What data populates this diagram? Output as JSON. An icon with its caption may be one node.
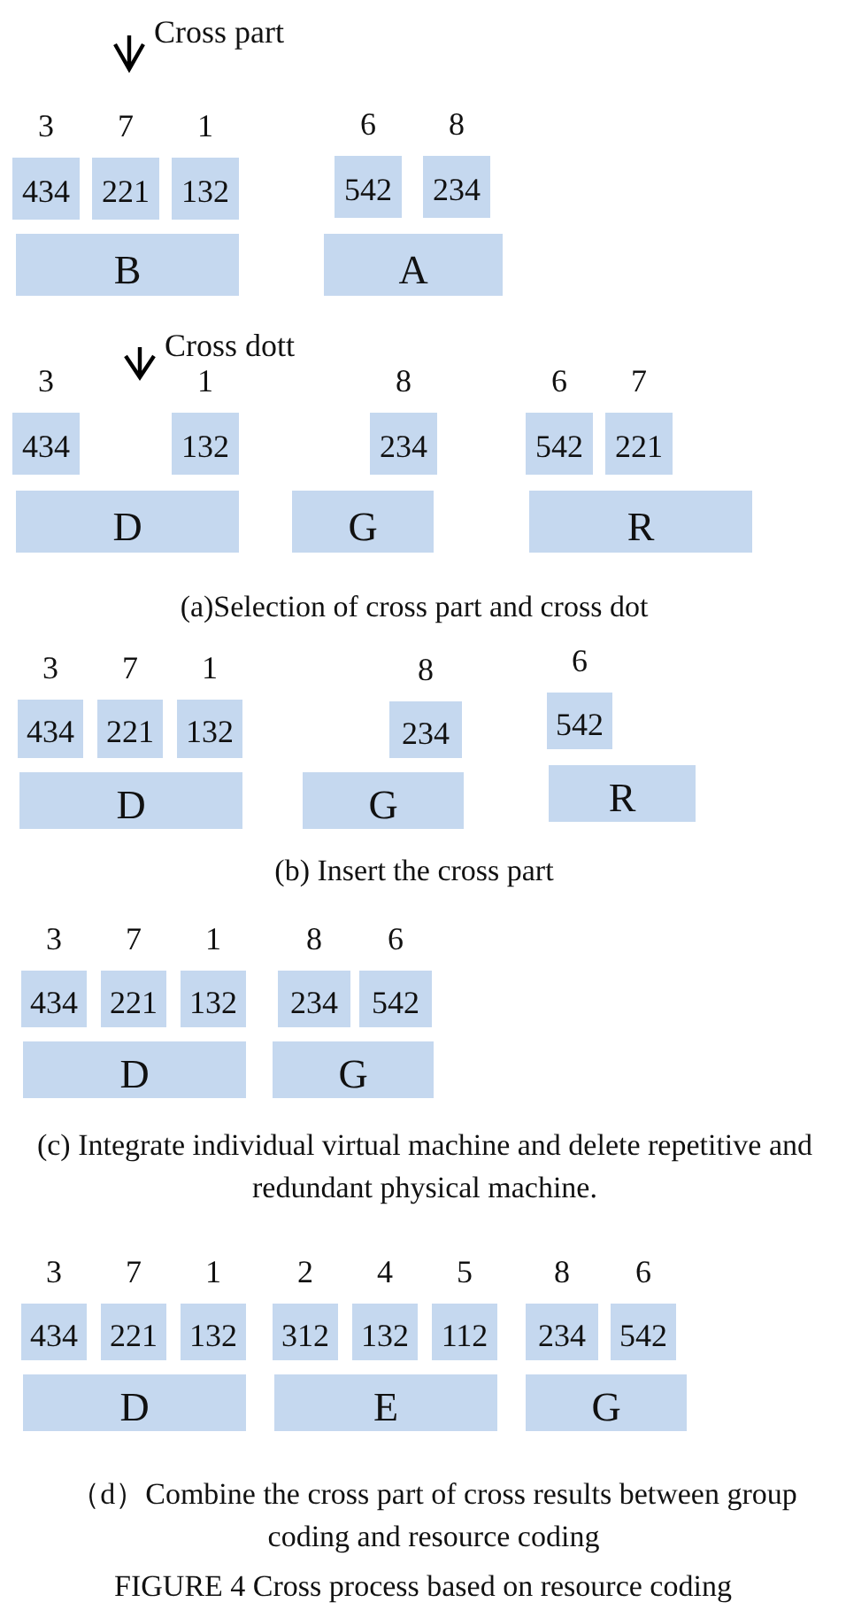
{
  "diagram": {
    "caption": "FIGURE 4 Cross process based on resource coding",
    "nodes": [
      {
        "text": [
          "434"
        ],
        "beside": [
          "3"
        ]
      },
      {
        "text": [
          "221"
        ],
        "beside": [
          "7"
        ]
      },
      {
        "text": [
          "132"
        ],
        "beside": [
          "1"
        ]
      },
      {
        "text": [
          "542"
        ],
        "beside": [
          "6"
        ]
      },
      {
        "text": [
          "234"
        ],
        "beside": [
          "8"
        ]
      },
      {
        "text": [
          "B"
        ]
      },
      {
        "text": [
          "A"
        ]
      },
      {
        "text": [
          "434"
        ],
        "beside": [
          "3"
        ]
      },
      {
        "text": [
          "132"
        ],
        "beside": [
          "1"
        ]
      },
      {
        "text": [
          "234"
        ],
        "beside": [
          "8"
        ]
      },
      {
        "text": [
          "542"
        ],
        "beside": [
          "6"
        ]
      },
      {
        "text": [
          "221"
        ],
        "beside": [
          "7"
        ]
      },
      {
        "text": [
          "D"
        ]
      },
      {
        "text": [
          "G"
        ]
      },
      {
        "text": [
          "R"
        ]
      },
      {
        "text": [
          "434"
        ],
        "beside": [
          "3"
        ]
      },
      {
        "text": [
          "221"
        ],
        "beside": [
          "7"
        ]
      },
      {
        "text": [
          "132"
        ],
        "beside": [
          "1"
        ]
      },
      {
        "text": [
          "234"
        ],
        "beside": [
          "8"
        ]
      },
      {
        "text": [
          "542"
        ],
        "beside": [
          "6"
        ]
      },
      {
        "text": [
          "D"
        ]
      },
      {
        "text": [
          "G"
        ]
      },
      {
        "text": [
          "R"
        ]
      },
      {
        "text": [
          "434"
        ],
        "beside": [
          "3"
        ]
      },
      {
        "text": [
          "221"
        ],
        "beside": [
          "7"
        ]
      },
      {
        "text": [
          "132"
        ],
        "beside": [
          "1"
        ]
      },
      {
        "text": [
          "234"
        ],
        "beside": [
          "8"
        ]
      },
      {
        "text": [
          "542"
        ],
        "beside": [
          "6"
        ]
      },
      {
        "text": [
          "D"
        ]
      },
      {
        "text": [
          "G"
        ]
      },
      {
        "text": [
          "434"
        ],
        "beside": [
          "3"
        ]
      },
      {
        "text": [
          "221"
        ],
        "beside": [
          "7"
        ]
      },
      {
        "text": [
          "132"
        ],
        "beside": [
          "1"
        ]
      },
      {
        "text": [
          "312"
        ],
        "beside": [
          "2"
        ]
      },
      {
        "text": [
          "132"
        ],
        "beside": [
          "4"
        ]
      },
      {
        "text": [
          "112"
        ],
        "beside": [
          "5"
        ]
      },
      {
        "text": [
          "234"
        ],
        "beside": [
          "8"
        ]
      },
      {
        "text": [
          "542"
        ],
        "beside": [
          "6"
        ]
      },
      {
        "text": [
          "D"
        ]
      },
      {
        "text": [
          "E"
        ]
      },
      {
        "text": [
          "G"
        ]
      }
    ],
    "labels": [
      "Cross part",
      "Cross dott",
      "(a)Selection of cross part and cross dot",
      "(b) Insert the cross part",
      "(c) Integrate individual virtual machine and delete repetitive and redundant physical machine.",
      "（d）Combine the cross part of cross results between group coding and resource coding"
    ]
  }
}
